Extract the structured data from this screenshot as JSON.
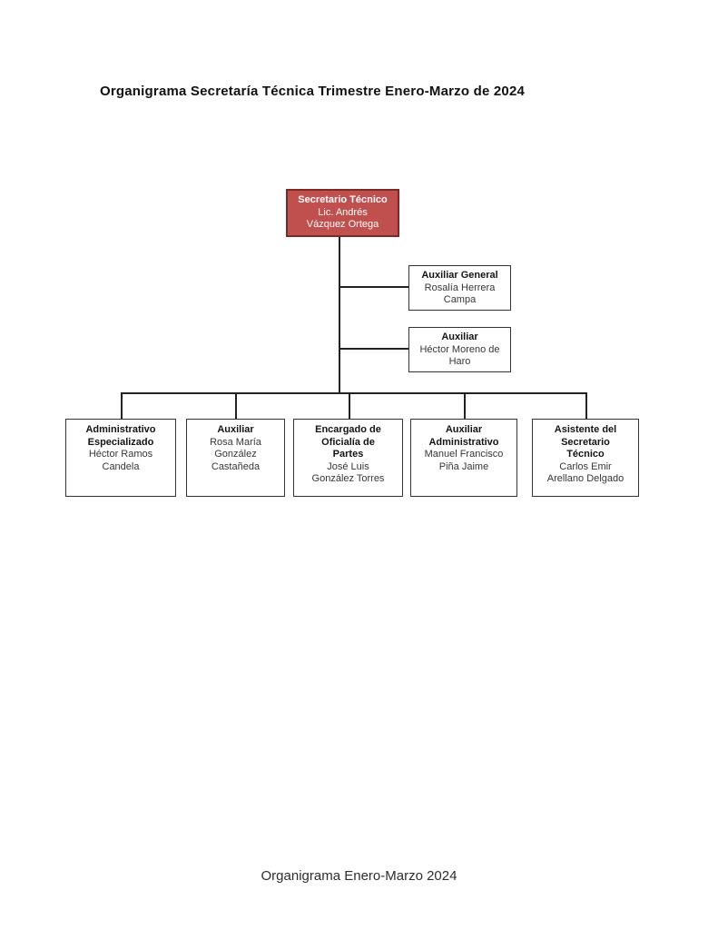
{
  "page": {
    "title": "Organigrama Secretaría Técnica Trimestre Enero-Marzo de 2024",
    "footer": "Organigrama Enero-Marzo 2024"
  },
  "colors": {
    "page_bg": "#ffffff",
    "title_color": "#111111",
    "footer_color": "#2d2d2d",
    "root_fill": "#C0504D",
    "root_border": "#7C2A26",
    "root_text": "#ffffff",
    "box_fill": "#ffffff",
    "box_border": "#333333",
    "node_title_color": "#141414",
    "name_color": "#363636",
    "connector": "#222222"
  },
  "nodes": {
    "root": {
      "title": "Secretario Técnico",
      "name": "Lic. Andrés\nVázquez Ortega"
    },
    "right_branch": [
      {
        "title": "Auxiliar General",
        "name": "Rosalía Herrera\nCampa"
      },
      {
        "title": "Auxiliar",
        "name": "Héctor Moreno de\nHaro"
      }
    ],
    "bottom_row": [
      {
        "title": "Administrativo\nEspecializado",
        "name": "Héctor Ramos\nCandela"
      },
      {
        "title": "Auxiliar",
        "name": "Rosa María\nGonzález\nCastañeda"
      },
      {
        "title": "Encargado de\nOficialía de\nPartes",
        "name": "José Luis\nGonzález Torres"
      },
      {
        "title": "Auxiliar\nAdministrativo",
        "name": "Manuel Francisco\nPiña Jaime"
      },
      {
        "title": "Asistente del\nSecretario\nTécnico",
        "name": "Carlos Emir\nArellano Delgado"
      }
    ]
  }
}
